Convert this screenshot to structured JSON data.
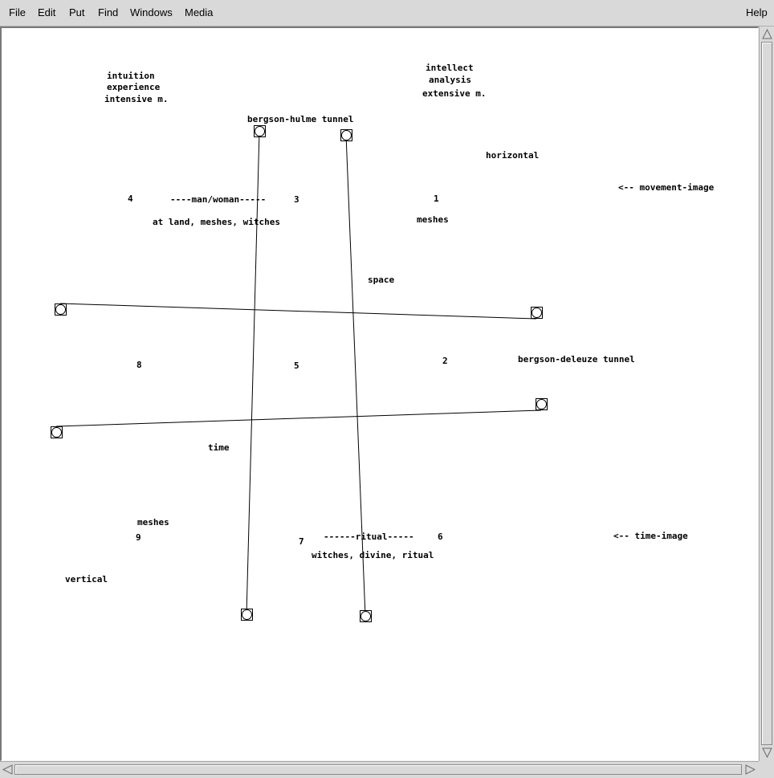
{
  "menubar": {
    "file": "File",
    "edit": "Edit",
    "put": "Put",
    "find": "Find",
    "windows": "Windows",
    "media": "Media",
    "help": "Help"
  },
  "canvas": {
    "labels": {
      "intuition": "intuition",
      "experience": "experience",
      "intensive": "intensive m.",
      "intellect": "intellect",
      "analysis": "analysis",
      "extensive": "extensive m.",
      "bergson_hulme": "bergson-hulme tunnel",
      "horizontal": "horizontal",
      "movement_image": "<-- movement-image",
      "num4": "4",
      "man_woman": "----man/woman-----",
      "num3": "3",
      "num1": "1",
      "at_land": "at land, meshes, witches",
      "meshes_top": "meshes",
      "space": "space",
      "num8": "8",
      "num5": "5",
      "num2": "2",
      "bergson_deleuze": "bergson-deleuze tunnel",
      "time": "time",
      "meshes_bottom": "meshes",
      "num9": "9",
      "num7": "7",
      "ritual": "------ritual-----",
      "num6": "6",
      "time_image": "<-- time-image",
      "witches_divine": "witches, divine, ritual",
      "vertical": "vertical"
    }
  }
}
